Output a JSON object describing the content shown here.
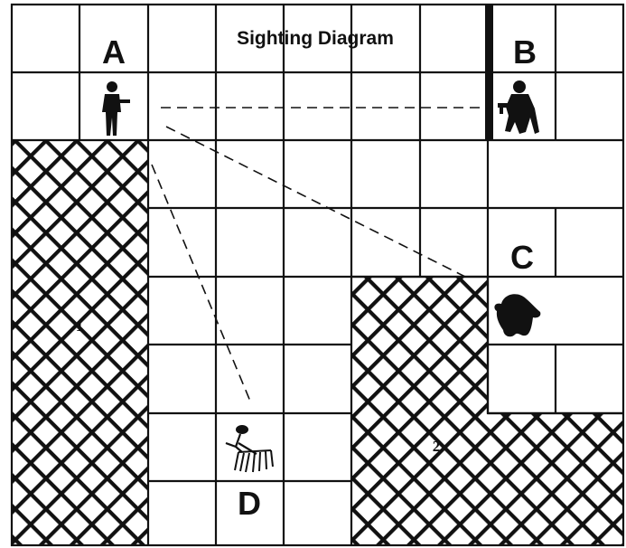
{
  "title": "Sighting Diagram",
  "positions": [
    {
      "id": "A",
      "label": "A",
      "icon": "human-with-gun-icon"
    },
    {
      "id": "B",
      "label": "B",
      "icon": "crouching-gunner-icon"
    },
    {
      "id": "C",
      "label": "C",
      "icon": "hulking-creature-icon"
    },
    {
      "id": "D",
      "label": "D",
      "icon": "long-legged-creature-icon"
    }
  ],
  "obstacles": [
    {
      "id": "1",
      "label": "1",
      "pattern": "crosshatch"
    },
    {
      "id": "2",
      "label": "2",
      "pattern": "crosshatch"
    }
  ],
  "sight_lines": [
    {
      "from": "A",
      "to": "B"
    },
    {
      "from": "A",
      "to": "C"
    },
    {
      "from": "A",
      "to": "D"
    }
  ],
  "colors": {
    "ink": "#111111",
    "paper": "#ffffff"
  }
}
